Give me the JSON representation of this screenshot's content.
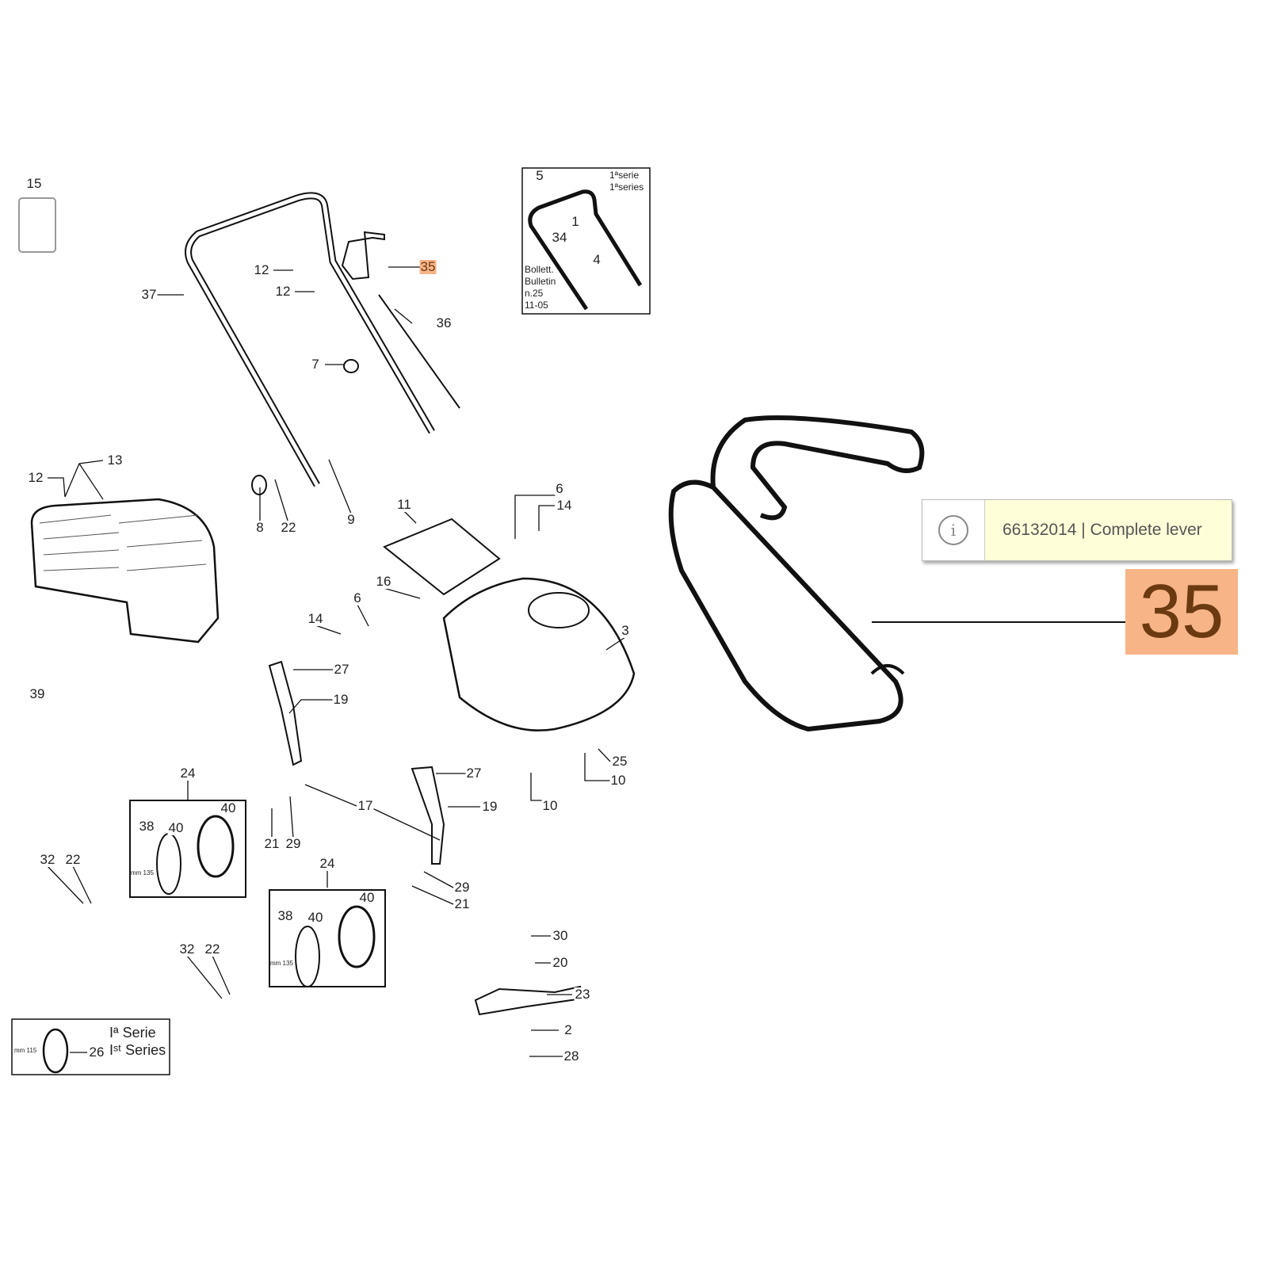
{
  "labels": [
    "15",
    "35",
    "12",
    "12",
    "37",
    "36",
    "7",
    "13",
    "12",
    "6",
    "14",
    "11",
    "9",
    "8",
    "22",
    "16",
    "6",
    "14",
    "3",
    "27",
    "39",
    "19",
    "24",
    "27",
    "25",
    "10",
    "10",
    "17",
    "19",
    "40",
    "38",
    "40",
    "21",
    "29",
    "32",
    "22",
    "24",
    "29",
    "21",
    "40",
    "38",
    "40",
    "30",
    "32",
    "22",
    "20",
    "23",
    "2",
    "28",
    "26"
  ],
  "inset": {
    "labels": [
      "5",
      "1",
      "34",
      "4"
    ],
    "serie": "1ªserie",
    "series": "1ªseries",
    "bulletin": [
      "Bollett.",
      "Bulletin",
      "n.25",
      "11-05"
    ]
  },
  "series_box": {
    "line1": "Iª Serie",
    "line2": "Iˢᵗ Series",
    "mm": "mm 115"
  },
  "wheel_mm": "mm 135",
  "tooltip": {
    "icon": "info-icon",
    "text": "66132014 | Complete lever"
  },
  "callout": {
    "number": "35",
    "color": "#f7b487"
  }
}
